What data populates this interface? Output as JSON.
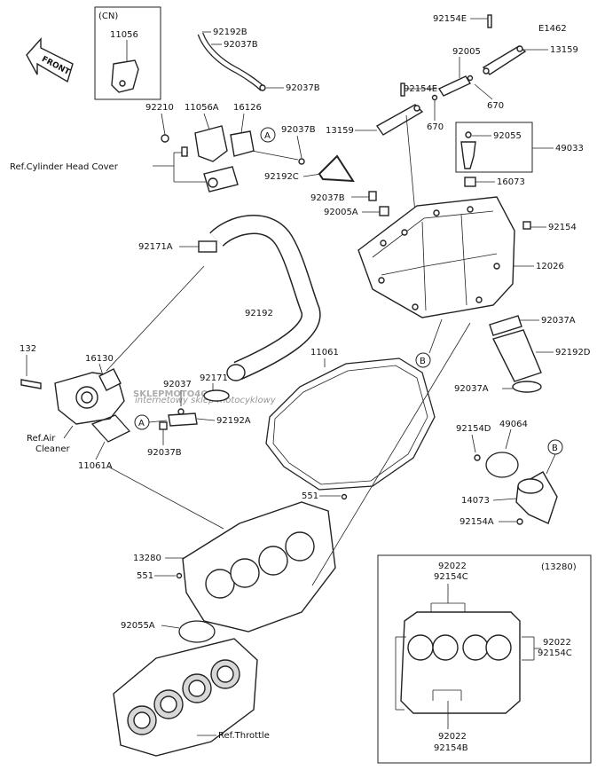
{
  "parts": {
    "cn_label": "(CN)",
    "p11056": "11056",
    "front": "FRONT",
    "p92192B": "92192B",
    "p92037B_1": "92037B",
    "p92037B_2": "92037B",
    "p92154E_1": "92154E",
    "e1462": "E1462",
    "p13159_1": "13159",
    "p92005": "92005",
    "p92154E_2": "92154E",
    "p670_1": "670",
    "p670_2": "670",
    "p13159_2": "13159",
    "p92210": "92210",
    "p11056A": "11056A",
    "p16126": "16126",
    "ref_a_1": "A",
    "p92037B_3": "92037B",
    "ref_cyl_head": "Ref.Cylinder Head Cover",
    "p92192C": "92192C",
    "p92037B_4": "92037B",
    "p92005A": "92005A",
    "p92055": "92055",
    "p49033": "49033",
    "p16073": "16073",
    "p92154": "92154",
    "p92171A": "92171A",
    "p12026": "12026",
    "p92192": "92192",
    "p92037A_1": "92037A",
    "ref_b_1": "B",
    "p92192D": "92192D",
    "p132": "132",
    "p16130": "16130",
    "p92171": "92171",
    "p11061": "11061",
    "p92037A_2": "92037A",
    "p92037": "92037",
    "ref_a_2": "A",
    "p92192A": "92192A",
    "p92037B_5": "92037B",
    "ref_air_1": "Ref.Air",
    "ref_air_2": "Cleaner",
    "p11061A": "11061A",
    "p92154D": "92154D",
    "p49064": "49064",
    "ref_b_2": "B",
    "p14073": "14073",
    "p92154A": "92154A",
    "p551_1": "551",
    "p13280": "13280",
    "p551_2": "551",
    "p92055A": "92055A",
    "ref_throttle": "Ref.Throttle",
    "inset_title": "(13280)",
    "inset_92022_top": "92022",
    "inset_92154C_top": "92154C",
    "inset_92022_right": "92022",
    "inset_92154C_right": "92154C",
    "inset_92022_bottom": "92022",
    "inset_92154B_bottom": "92154B"
  },
  "watermark": {
    "brand": "SKLEPMOTO4Q.PL",
    "tagline": "internetowy sklep motocyklowy"
  },
  "colors": {
    "line": "#222222",
    "watermark": "#d86060"
  }
}
